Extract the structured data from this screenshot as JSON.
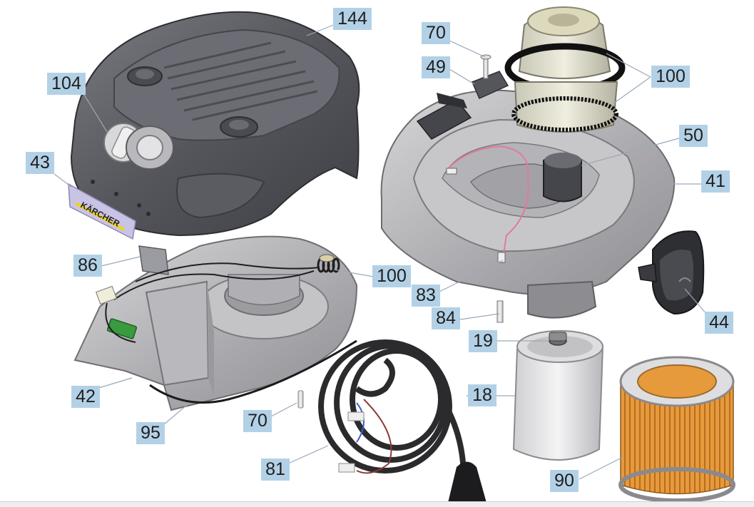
{
  "callouts": {
    "c144": "144",
    "c104": "104",
    "c43": "43",
    "c86": "86",
    "c100a": "100",
    "c42": "42",
    "c95": "95",
    "c70a": "70",
    "c81": "81",
    "c70b": "70",
    "c49": "49",
    "c100b": "100",
    "c50": "50",
    "c41": "41",
    "c83": "83",
    "c84": "84",
    "c44": "44",
    "c19": "19",
    "c18": "18",
    "c90": "90"
  },
  "brand_logo": "KÄRCHER",
  "colors": {
    "callout_bg": "#b3d1e6",
    "housing_dark": "#55565c",
    "housing_gray": "#a9a9ad",
    "filter_orange": "#e79a3c",
    "cable_dark": "#2b2b2e",
    "label_lavender": "#c9c3e6",
    "logo_yellow": "#f1d414"
  }
}
